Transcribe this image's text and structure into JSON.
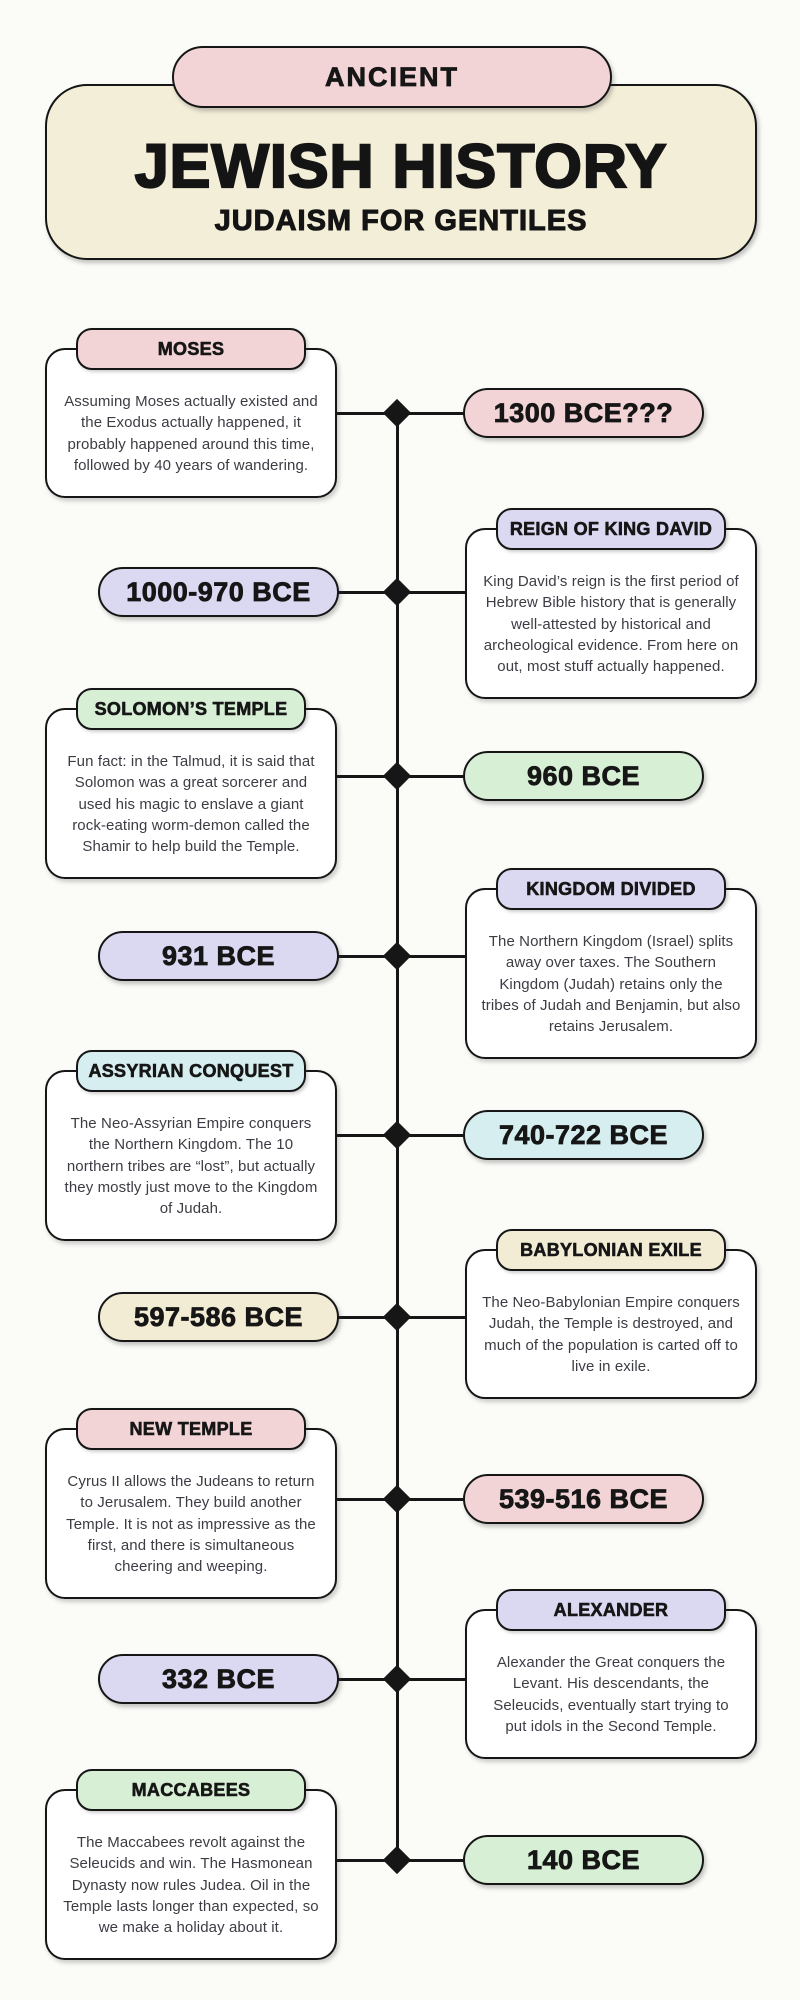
{
  "header": {
    "badge": "ANCIENT",
    "title": "JEWISH HISTORY",
    "subtitle": "JUDAISM FOR GENTILES"
  },
  "colors": {
    "background": "#fbfbf8",
    "header_box": "#f3eed8",
    "badge_pink": "#f2d4d6",
    "card_background": "#ffffff",
    "line_black": "#161616",
    "body_text": "#3c3c44",
    "palette": {
      "pink": "#f2d4d6",
      "lavender": "#dbd8f2",
      "green": "#d7efd5",
      "cyan": "#d7eef0",
      "cream": "#f2ecd4"
    }
  },
  "timeline": {
    "entries": [
      {
        "title": "MOSES",
        "date": "1300 BCE???",
        "accent": "#f2d4d6",
        "body": "Assuming Moses actually existed and the Exodus actually happened, it probably happened around this time, followed by 40 years of wandering."
      },
      {
        "title": "REIGN OF KING DAVID",
        "date": "1000-970 BCE",
        "accent": "#dbd8f2",
        "body": "King David’s reign is the first period of Hebrew Bible history that is generally well-attested by historical and archeological evidence. From here on out, most stuff actually happened."
      },
      {
        "title": "SOLOMON’S TEMPLE",
        "date": "960 BCE",
        "accent": "#d7efd5",
        "body": "Fun fact: in the Talmud, it is said that Solomon was a great sorcerer and used his magic to enslave a giant rock-eating worm-demon called the Shamir to help build the Temple."
      },
      {
        "title": "KINGDOM DIVIDED",
        "date": "931 BCE",
        "accent": "#dbd8f2",
        "body": "The Northern Kingdom (Israel) splits away over taxes. The Southern Kingdom (Judah) retains only the tribes of Judah and Benjamin, but also retains Jerusalem."
      },
      {
        "title": "ASSYRIAN CONQUEST",
        "date": "740-722 BCE",
        "accent": "#d7eef0",
        "body": "The Neo-Assyrian Empire conquers the Northern Kingdom. The 10 northern tribes are “lost”, but actually they mostly just move to the Kingdom of Judah."
      },
      {
        "title": "BABYLONIAN EXILE",
        "date": "597-586 BCE",
        "accent": "#f2ecd4",
        "body": "The Neo-Babylonian Empire conquers Judah, the Temple is destroyed, and much of the population is carted off to live in exile."
      },
      {
        "title": "NEW TEMPLE",
        "date": "539-516 BCE",
        "accent": "#f2d4d6",
        "body": "Cyrus II allows the Judeans to return to Jerusalem. They build another Temple. It is not as impressive as the first, and there is simultaneous cheering and weeping."
      },
      {
        "title": "ALEXANDER",
        "date": "332 BCE",
        "accent": "#dbd8f2",
        "body": "Alexander the Great conquers the Levant. His descendants, the Seleucids, eventually start trying to put idols in the Second Temple."
      },
      {
        "title": "MACCABEES",
        "date": "140 BCE",
        "accent": "#d7efd5",
        "body": "The Maccabees revolt against the Seleucids and win. The Hasmonean Dynasty now rules Judea. Oil in the Temple lasts longer than expected, so we make a holiday about it."
      }
    ]
  }
}
